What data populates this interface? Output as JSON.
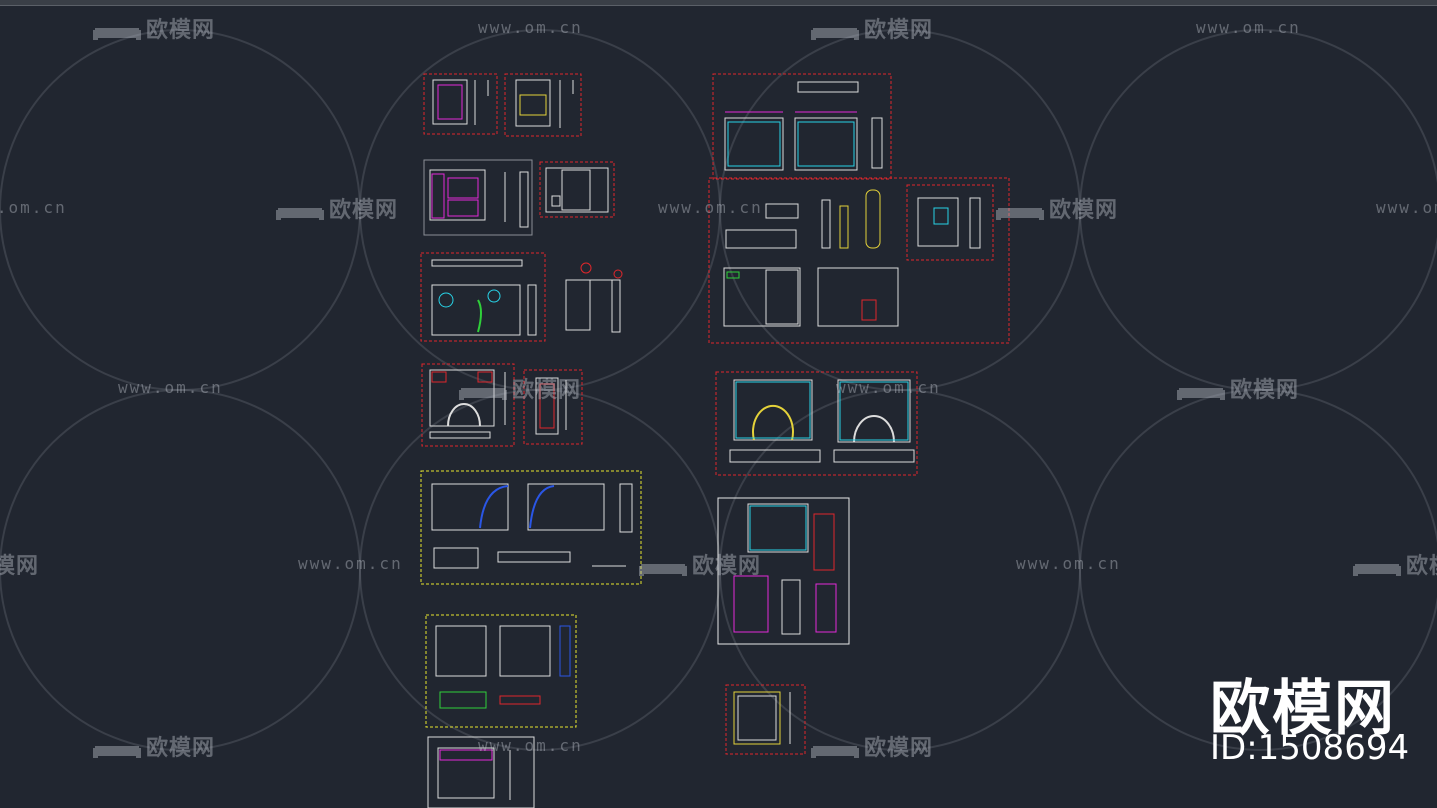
{
  "watermark": {
    "brand": "欧模网",
    "url": "www.om.cn",
    "id": "ID:1508694"
  },
  "colors": {
    "background": "#212630",
    "frame_red": "#e0262b",
    "frame_yellow": "#e6e62e",
    "frame_white": "#e8e8e8",
    "line_white": "#dcdcdc",
    "line_cyan": "#28d2e6",
    "line_magenta": "#e22ad8",
    "line_yellow": "#e4d23a",
    "line_green": "#2fd03a",
    "line_blue": "#2a56e6"
  },
  "icons": {
    "sofa": "sofa-logo-icon"
  }
}
